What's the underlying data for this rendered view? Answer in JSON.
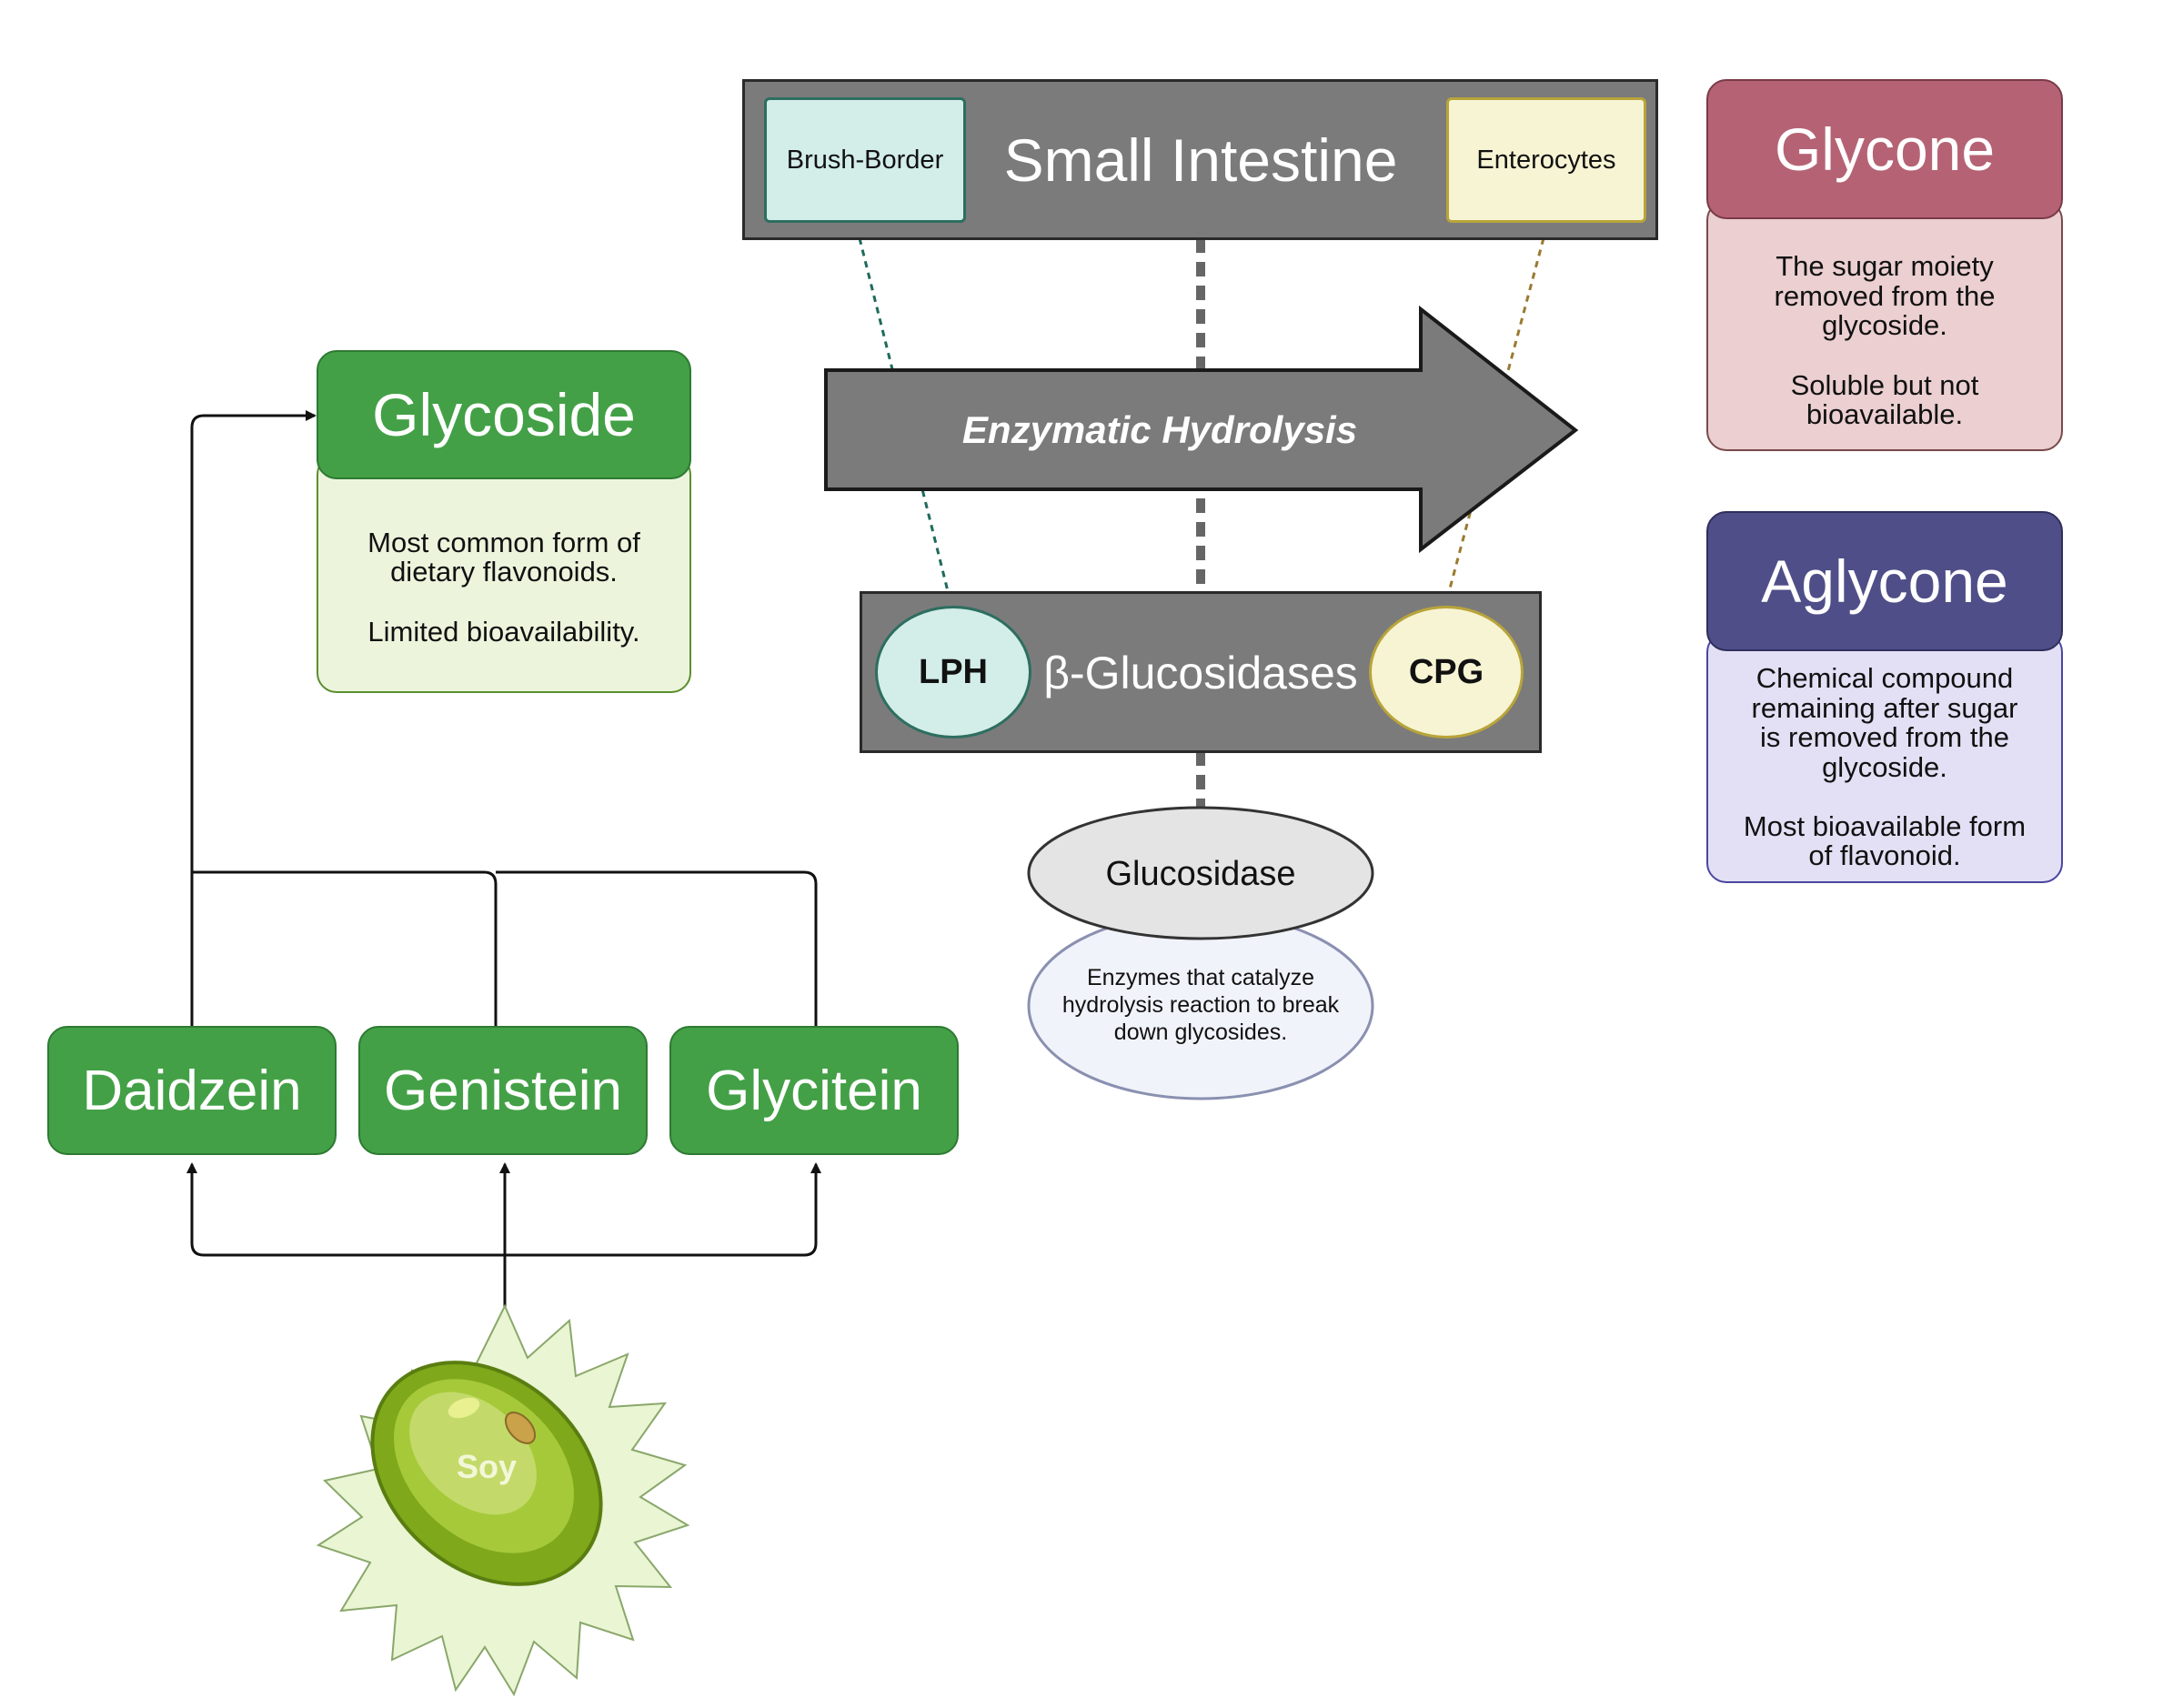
{
  "colors": {
    "green": "#43a046",
    "green_light": "#ecf5dc",
    "pink": "#b56374",
    "pink_light": "#ebcfd1",
    "purple": "#4f4e88",
    "purple_light": "#e3e0f5",
    "gray": "#7b7b7b",
    "teal_light": "#d3ede9",
    "cream": "#f7f4d4"
  },
  "small_intestine": {
    "title": "Small Intestine",
    "left_tag": "Brush-Border",
    "right_tag": "Enterocytes"
  },
  "arrow": {
    "label": "Enzymatic Hydrolysis"
  },
  "glucosidases": {
    "title": "β-Glucosidases",
    "left_circle": "LPH",
    "right_circle": "CPG"
  },
  "glucosidase": {
    "title": "Glucosidase",
    "description": "Enzymes that catalyze\nhydrolysis reaction to break\ndown glycosides."
  },
  "glycoside": {
    "title": "Glycoside",
    "description": "Most common form of\ndietary flavonoids.\n\nLimited bioavailability."
  },
  "glycone": {
    "title": "Glycone",
    "description": "The sugar moiety\nremoved from the\nglycoside.\n\nSoluble but not\nbioavailable."
  },
  "aglycone": {
    "title": "Aglycone",
    "description": "Chemical compound\nremaining after sugar\nis removed from the\nglycoside.\n\nMost bioavailable form\nof flavonoid."
  },
  "isoflavones": [
    {
      "label": "Daidzein"
    },
    {
      "label": "Genistein"
    },
    {
      "label": "Glycitein"
    }
  ],
  "soy": {
    "label": "Soy",
    "icon": "soybean-icon"
  }
}
